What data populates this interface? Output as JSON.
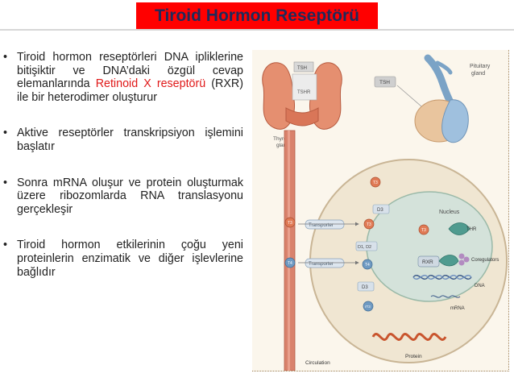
{
  "slide": {
    "title": "Tiroid Hormon Reseptörü",
    "bullets": [
      {
        "parts": [
          "Tiroid hormon reseptörleri DNA ipliklerine bitişiktir ve DNA’daki özgül cevap elemanlarında ",
          "Retinoid X reseptörü",
          " (RXR) ile bir heterodimer oluşturur"
        ]
      },
      {
        "text": "Aktive reseptörler transkripsiyon işlemini başlatır"
      },
      {
        "text": "Sonra mRNA oluşur ve protein oluşturmak üzere ribozomlarda RNA translasyonu gerçekleşir"
      },
      {
        "text": "Tiroid hormon etkilerinin çoğu yeni proteinlerin enzimatik ve diğer işlevlerine bağlıdır"
      }
    ],
    "bullet_marker": "•",
    "highlight_color": "#e01818"
  },
  "figure": {
    "labels": {
      "pituitary": [
        "Pituitary",
        "gland"
      ],
      "thyroid": [
        "Thyroid",
        "gland"
      ],
      "tsh": "TSH",
      "tshr": "TSHR",
      "nucleus": "Nucleus",
      "transporter": "Transporter",
      "d3": "D3",
      "d1d2": "D1, D2",
      "t3": "T3",
      "t4": "T4",
      "rt3": "rT3",
      "rxr": "RXR",
      "thr": "THR",
      "coregulators": "Coregulators",
      "dna": "DNA",
      "mrna": "mRNA",
      "protein": "Protein",
      "circulation": "Circulation"
    }
  }
}
